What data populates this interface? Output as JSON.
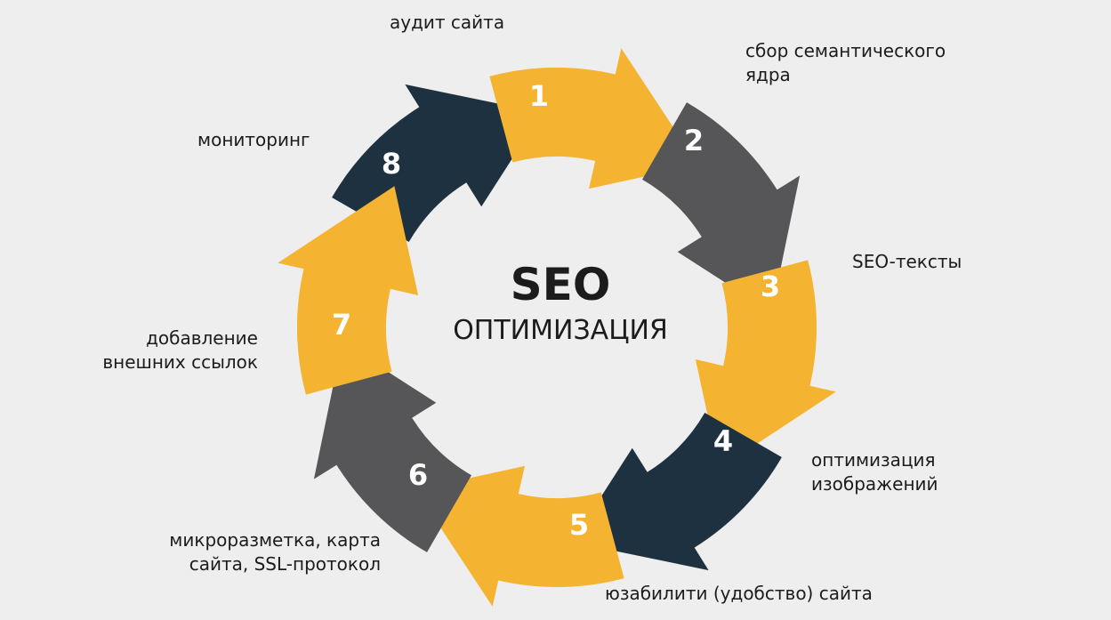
{
  "center": {
    "title": "SEO",
    "subtitle": "ОПТИМИЗАЦИЯ"
  },
  "colors": {
    "background": "#eeeeee",
    "navy": "#1d3140",
    "yellow": "#f4b331",
    "gray": "#565658",
    "number": "#ffffff",
    "text": "#1c1c1c"
  },
  "steps": [
    {
      "number": "1",
      "label": "аудит сайта",
      "color": "navy"
    },
    {
      "number": "2",
      "label": "сбор семантического\nядра",
      "color": "yellow"
    },
    {
      "number": "3",
      "label": "SEO-тексты",
      "color": "gray"
    },
    {
      "number": "4",
      "label": "оптимизация\nизображений",
      "color": "yellow"
    },
    {
      "number": "5",
      "label": "юзабилити (удобство) сайта",
      "color": "navy"
    },
    {
      "number": "6",
      "label": "микроразметка, карта\nсайта, SSL-протокол",
      "color": "yellow"
    },
    {
      "number": "7",
      "label": "добавление\nвнешних ссылок",
      "color": "gray"
    },
    {
      "number": "8",
      "label": "мониторинг",
      "color": "yellow"
    }
  ]
}
